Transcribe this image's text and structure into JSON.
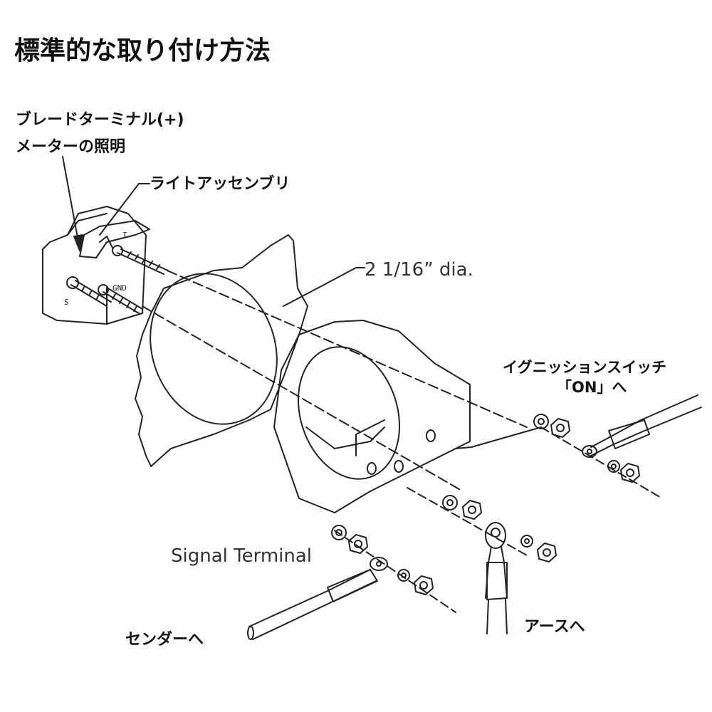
{
  "title": "標準的な取り付け方法",
  "labels": {
    "blade_terminal": "ブレードターミナル(+)",
    "meter_light": "メーターの照明",
    "light_assembly": "ライトアッセンブリ",
    "diameter": "2 1/16” dia.",
    "ignition_switch_line1": "イグニッションスイッチ",
    "ignition_switch_line2": "「ON」へ",
    "signal_terminal": "Signal Terminal",
    "to_sender": "センダーへ",
    "to_ground": "アースへ",
    "stud_i": "I",
    "stud_s": "S",
    "stud_gnd": "GND"
  },
  "colors": {
    "line": "#222222",
    "background": "#ffffff"
  }
}
